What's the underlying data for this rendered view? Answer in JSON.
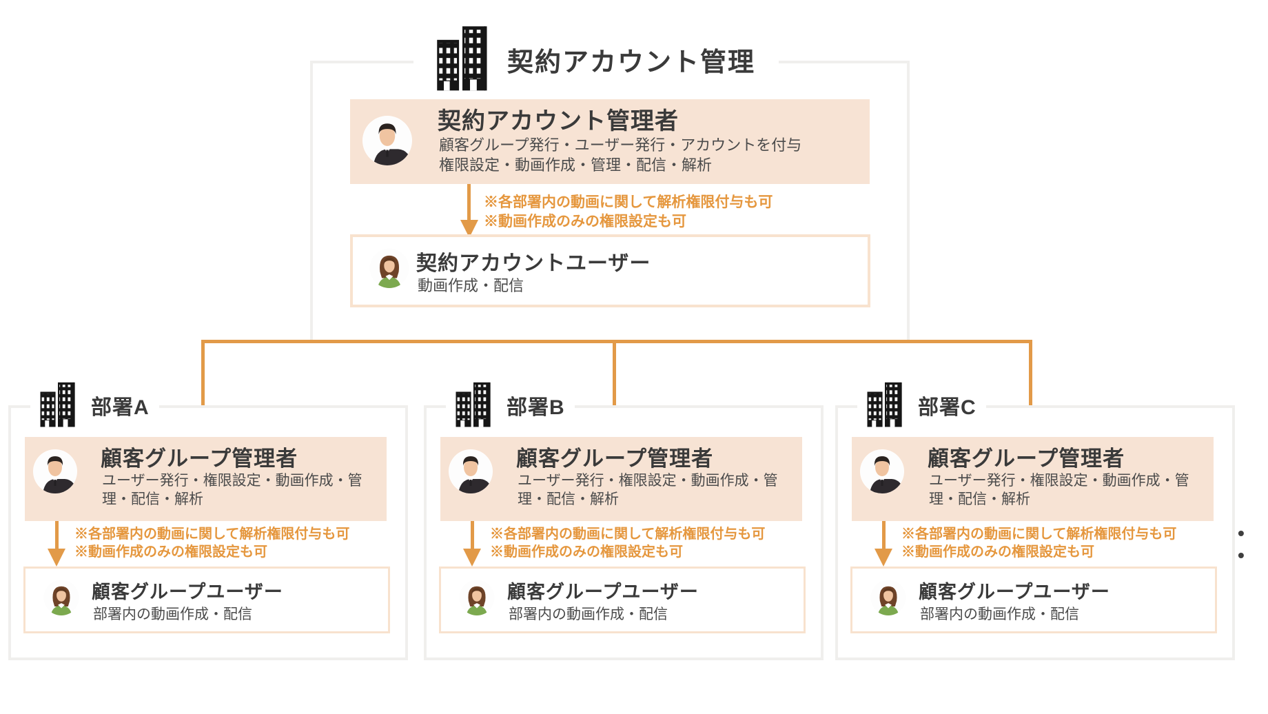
{
  "colors": {
    "accent": "#E29A48",
    "note_text": "#E5973E",
    "peach_fill": "#F7E3D4",
    "peach_border": "#F8E2CE",
    "frame_gray": "#F0EFED",
    "text_dark": "#3A3A3A",
    "text_sub": "#4B4B4B"
  },
  "header": {
    "title": "契約アカウント管理"
  },
  "top_section": {
    "admin": {
      "title": "契約アカウント管理者",
      "desc_line1": "顧客グループ発行・ユーザー発行・アカウントを付与",
      "desc_line2": "権限設定・動画作成・管理・配信・解析"
    },
    "notes": {
      "line1": "※各部署内の動画に関して解析権限付与も可",
      "line2": "※動画作成のみの権限設定も可"
    },
    "user": {
      "title": "契約アカウントユーザー",
      "desc": "動画作成・配信"
    }
  },
  "departments": [
    {
      "label": "部署A",
      "admin": {
        "title": "顧客グループ管理者",
        "desc_line1": "ユーザー発行・権限設定・動画作成・管",
        "desc_line2": "理・配信・解析"
      },
      "notes": {
        "line1": "※各部署内の動画に関して解析権限付与も可",
        "line2": "※動画作成のみの権限設定も可"
      },
      "user": {
        "title": "顧客グループユーザー",
        "desc": "部署内の動画作成・配信"
      }
    },
    {
      "label": "部署B",
      "admin": {
        "title": "顧客グループ管理者",
        "desc_line1": "ユーザー発行・権限設定・動画作成・管",
        "desc_line2": "理・配信・解析"
      },
      "notes": {
        "line1": "※各部署内の動画に関して解析権限付与も可",
        "line2": "※動画作成のみの権限設定も可"
      },
      "user": {
        "title": "顧客グループユーザー",
        "desc": "部署内の動画作成・配信"
      }
    },
    {
      "label": "部署C",
      "admin": {
        "title": "顧客グループ管理者",
        "desc_line1": "ユーザー発行・権限設定・動画作成・管",
        "desc_line2": "理・配信・解析"
      },
      "notes": {
        "line1": "※各部署内の動画に関して解析権限付与も可",
        "line2": "※動画作成のみの権限設定も可"
      },
      "user": {
        "title": "顧客グループユーザー",
        "desc": "部署内の動画作成・配信"
      }
    }
  ],
  "continuation_dots": "• •"
}
